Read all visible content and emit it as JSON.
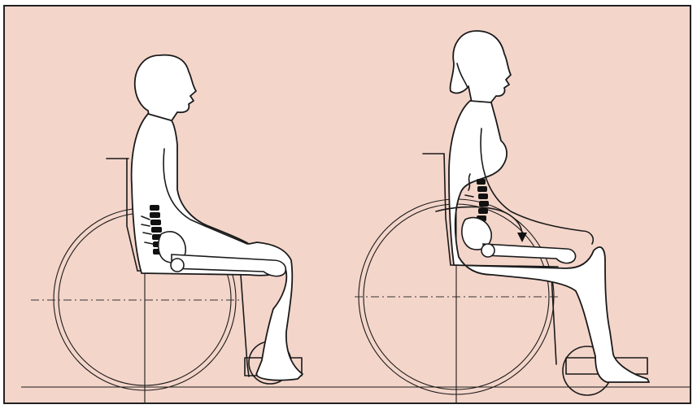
{
  "illustration": {
    "background_color": "#f4d5ca",
    "line_color": "#1a1a1a",
    "figures": [
      {
        "subject": "seated-man",
        "posture": "upright"
      },
      {
        "subject": "seated-woman",
        "posture": "upright-with-pelvic-tilt-arrows"
      }
    ]
  }
}
